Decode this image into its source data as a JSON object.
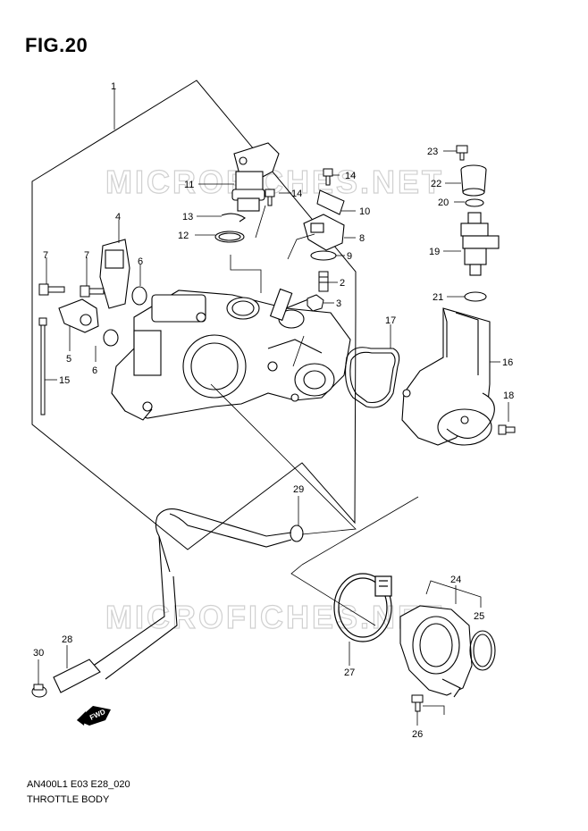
{
  "figure": {
    "title": "FIG.20",
    "code": "AN400L1 E03 E28_020",
    "name": "THROTTLE BODY"
  },
  "watermark": {
    "text": "MICROFICHES.NET"
  },
  "fwd_arrow": {
    "label": "FWD"
  },
  "callouts": [
    "1",
    "2",
    "3",
    "4",
    "5",
    "6",
    "6",
    "7",
    "7",
    "8",
    "9",
    "10",
    "11",
    "12",
    "13",
    "14",
    "14",
    "15",
    "16",
    "17",
    "18",
    "19",
    "20",
    "21",
    "22",
    "23",
    "24",
    "25",
    "26",
    "27",
    "28",
    "29",
    "30"
  ]
}
